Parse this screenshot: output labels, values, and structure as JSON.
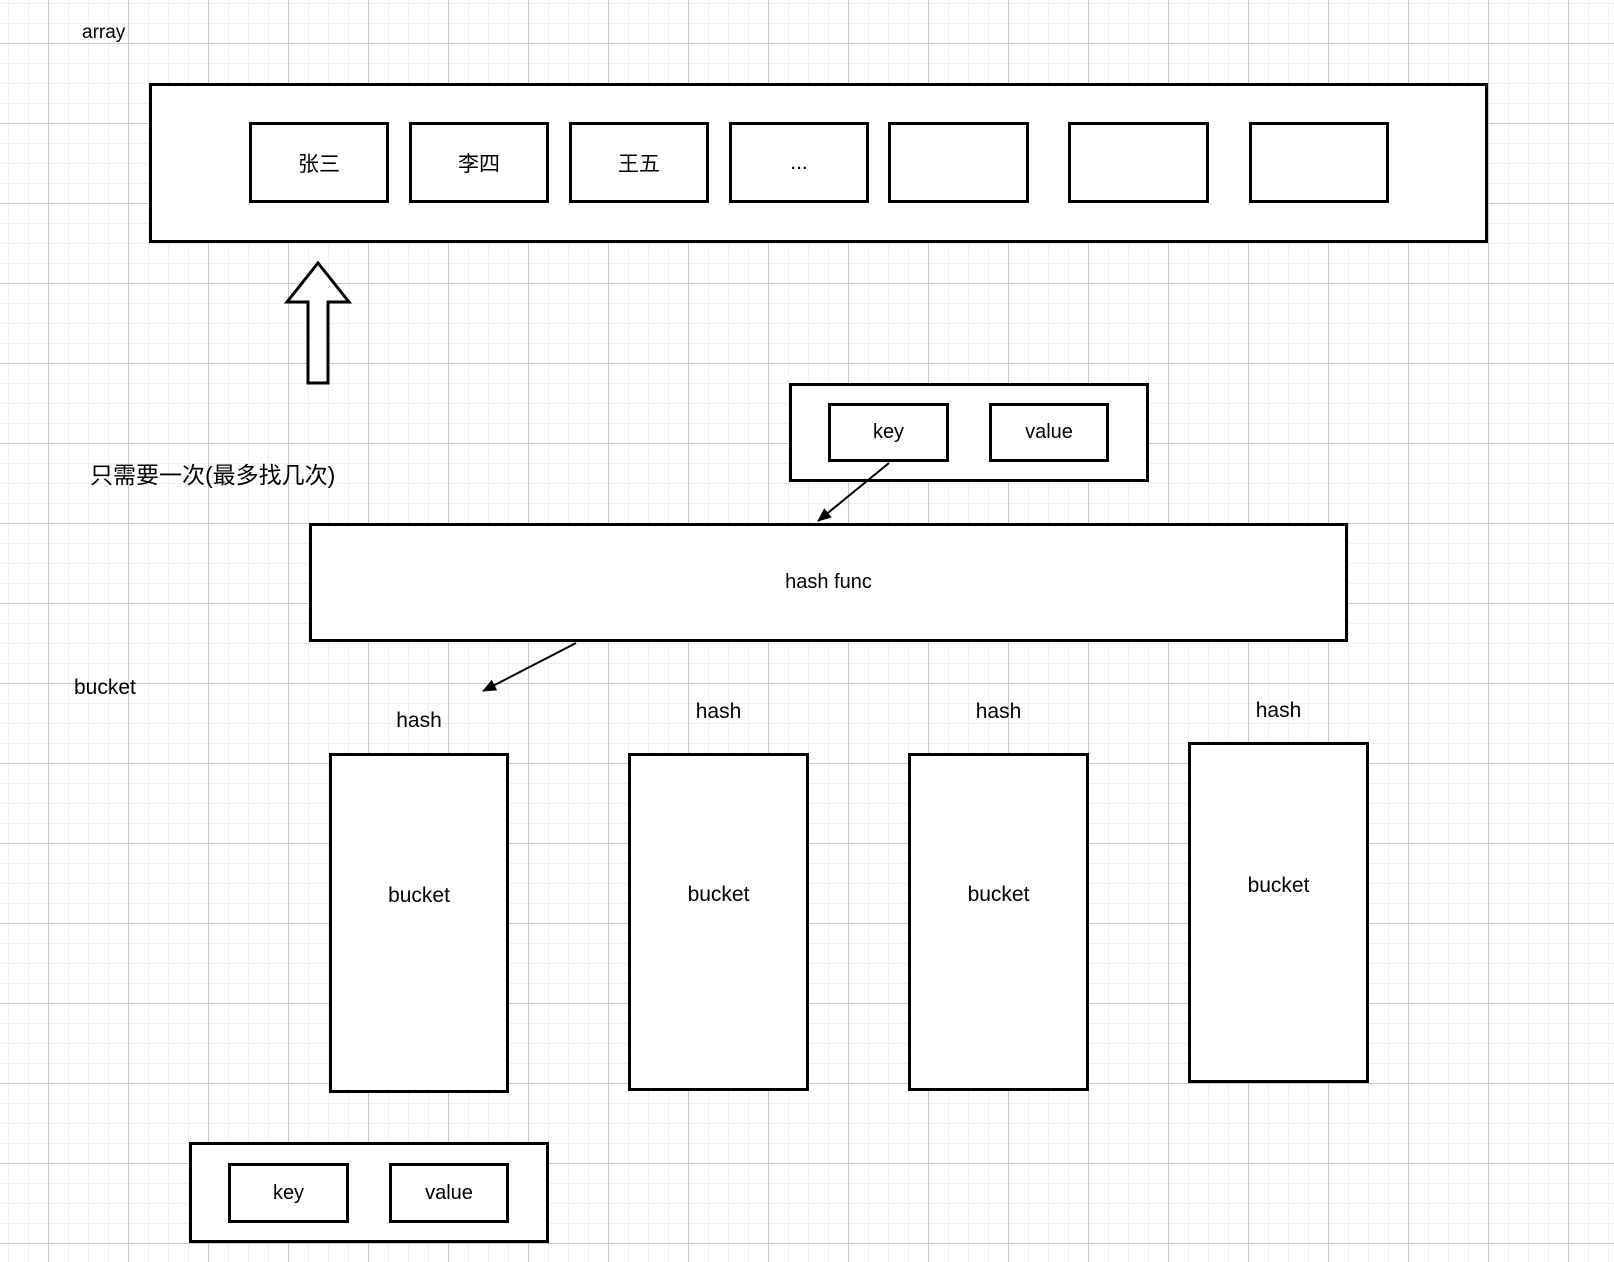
{
  "canvas": {
    "background": "#ffffff",
    "grid_minor_color": "#f0f0f0",
    "grid_major_color": "#c9c9c9",
    "stroke_color": "#000000"
  },
  "labels": {
    "array": "array",
    "note": "只需要一次(最多找几次)",
    "bucket_left": "bucket"
  },
  "array": {
    "cells": [
      {
        "label": "张三"
      },
      {
        "label": "李四"
      },
      {
        "label": "王五"
      },
      {
        "label": "..."
      },
      {
        "label": ""
      },
      {
        "label": ""
      },
      {
        "label": ""
      }
    ]
  },
  "kv_top": {
    "key": "key",
    "value": "value"
  },
  "hash_func": {
    "label": "hash func"
  },
  "buckets": [
    {
      "hash_label": "hash",
      "label": "bucket"
    },
    {
      "hash_label": "hash",
      "label": "bucket"
    },
    {
      "hash_label": "hash",
      "label": "bucket"
    },
    {
      "hash_label": "hash",
      "label": "bucket"
    }
  ],
  "kv_bottom": {
    "key": "key",
    "value": "value"
  },
  "icons": {
    "up_arrow": "hollow-up-arrow",
    "key_to_hashfunc": "thin-arrow-down-left",
    "hashfunc_to_bucket": "thin-arrow-down-left"
  }
}
